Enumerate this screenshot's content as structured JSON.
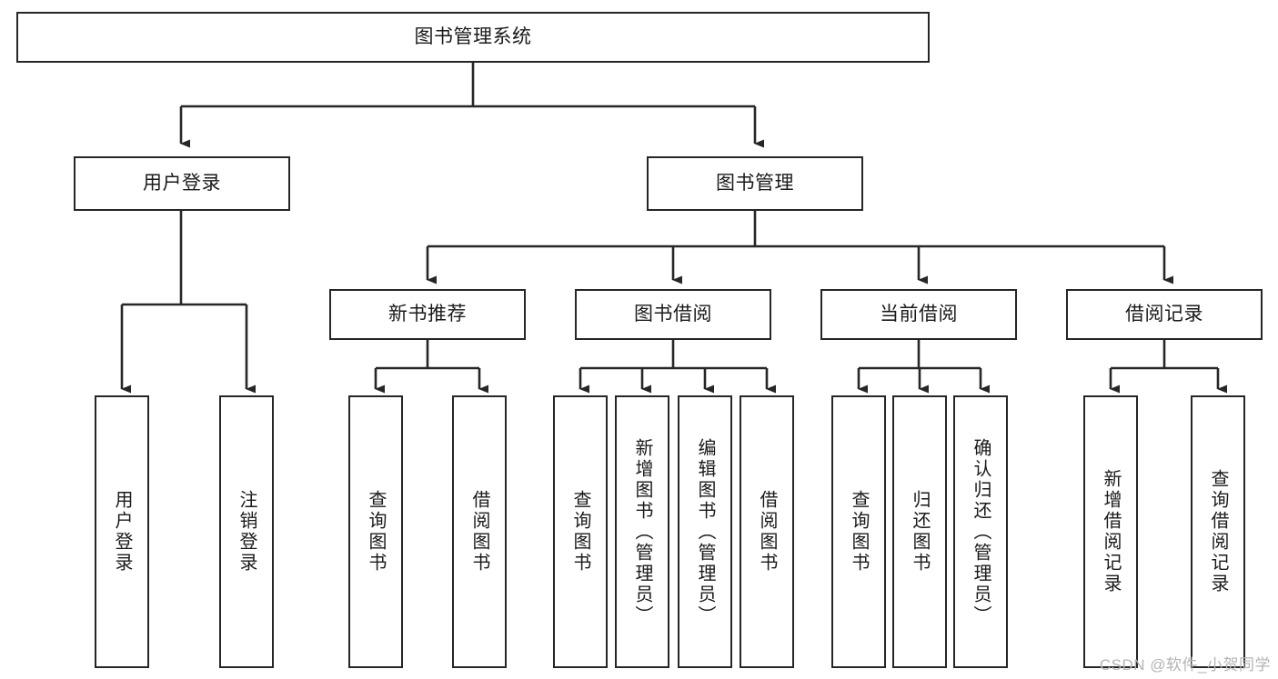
{
  "diagram": {
    "title": "图书管理系统",
    "type": "tree-hierarchy-chart",
    "background_color": "#ffffff",
    "line_color": "#262626",
    "box_fill": "#ffffff",
    "text_color": "#1a1a1a"
  },
  "root": {
    "label": "图书管理系统"
  },
  "level1": [
    {
      "label": "用户登录"
    },
    {
      "label": "图书管理"
    }
  ],
  "level2": [
    {
      "label": "新书推荐"
    },
    {
      "label": "图书借阅"
    },
    {
      "label": "当前借阅"
    },
    {
      "label": "借阅记录"
    }
  ],
  "leaves": {
    "user_login": [
      {
        "label": "用户登录"
      },
      {
        "label": "注销登录"
      }
    ],
    "new_book_recommend": [
      {
        "label": "查询图书"
      },
      {
        "label": "借阅图书"
      }
    ],
    "book_borrow": [
      {
        "label": "查询图书"
      },
      {
        "label": "新增图书（管理员）"
      },
      {
        "label": "编辑图书（管理员）"
      },
      {
        "label": "借阅图书"
      }
    ],
    "current_borrow": [
      {
        "label": "查询图书"
      },
      {
        "label": "归还图书"
      },
      {
        "label": "确认归还（管理员）"
      }
    ],
    "borrow_record": [
      {
        "label": "新增借阅记录"
      },
      {
        "label": "查询借阅记录"
      }
    ]
  },
  "watermark": {
    "text": "CSDN @软件_小贺同学"
  }
}
